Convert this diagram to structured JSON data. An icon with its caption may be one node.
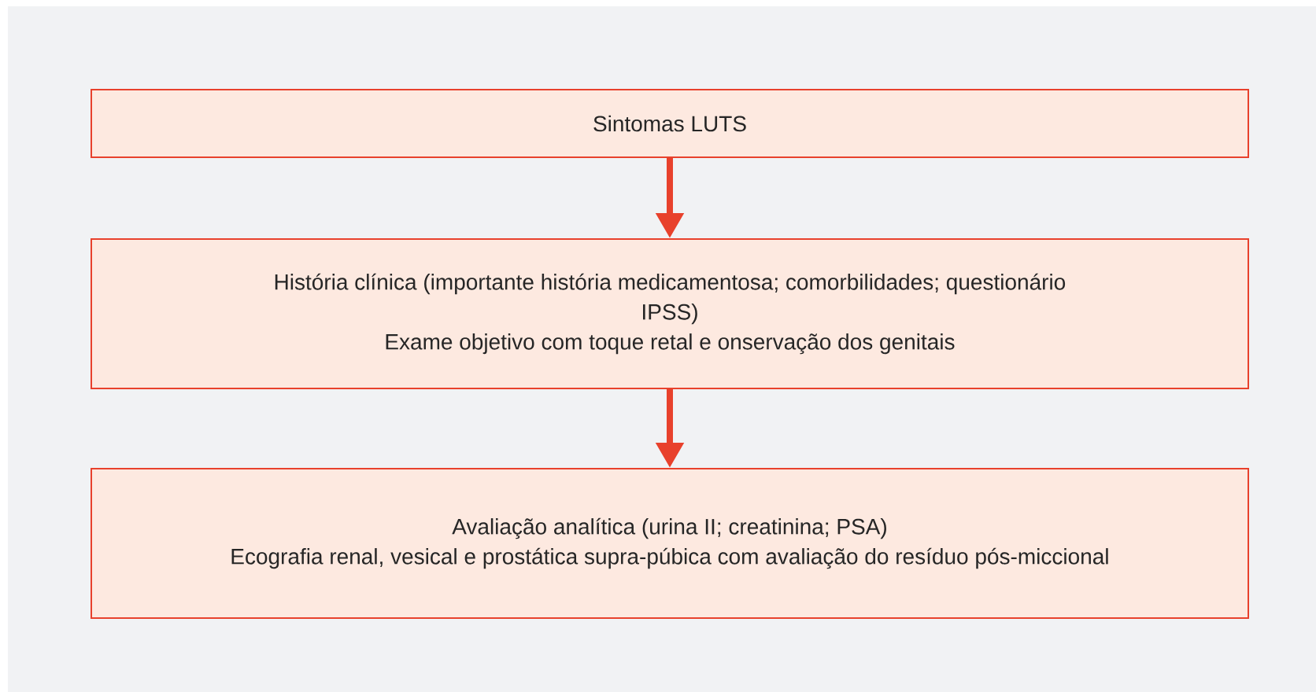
{
  "diagram": {
    "nodes": [
      {
        "text": [
          "Sintomas LUTS"
        ]
      },
      {
        "text": [
          "História clínica (importante história medicamentosa; comorbilidades; questionário IPSS)",
          "Exame objetivo com toque retal e onservação dos genitais"
        ]
      },
      {
        "text": [
          "Avaliação analítica (urina II; creatinina; PSA)",
          "Ecografia renal, vesical e prostática supra-púbica com avaliação do resíduo pós-miccional"
        ]
      }
    ],
    "edges": [
      {
        "from": 0,
        "to": 1,
        "arrow": "to"
      },
      {
        "from": 1,
        "to": 2,
        "arrow": "to"
      }
    ]
  }
}
